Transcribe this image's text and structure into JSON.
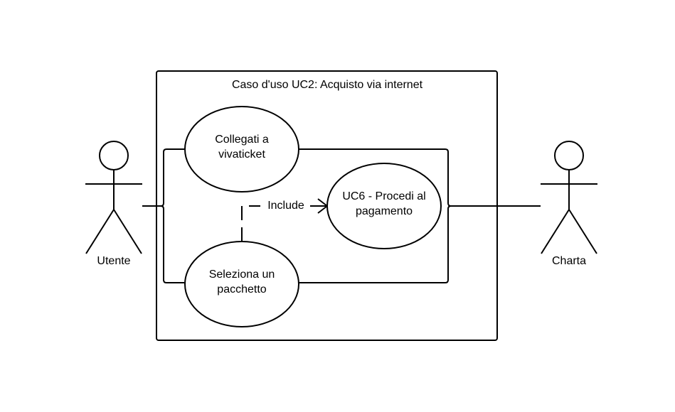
{
  "diagram": {
    "type": "uml-use-case",
    "system": {
      "title": "Caso d'uso UC2: Acquisto via internet"
    },
    "actors": {
      "left": {
        "name": "Utente"
      },
      "right": {
        "name": "Charta"
      }
    },
    "use_cases": {
      "collegati": {
        "line1": "Collegati a",
        "line2": "vivaticket"
      },
      "seleziona": {
        "line1": "Seleziona un",
        "line2": "pacchetto"
      },
      "pagamento": {
        "line1": "UC6 - Procedi al",
        "line2": "pagamento"
      }
    },
    "relations": {
      "include": {
        "label": "Include"
      }
    }
  }
}
